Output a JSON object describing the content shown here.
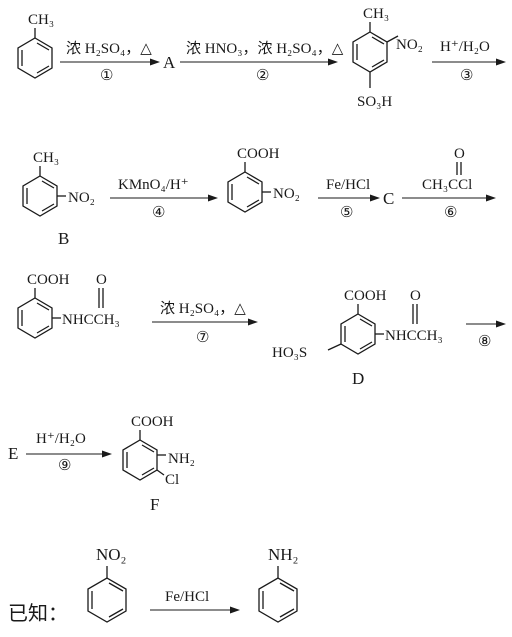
{
  "scheme": {
    "steps": [
      {
        "id": "step1",
        "reagent": "浓 H₂SO₄，△",
        "num": "①"
      },
      {
        "id": "step2",
        "reagent": "浓 HNO₃，浓 H₂SO₄，△",
        "num": "②"
      },
      {
        "id": "step3",
        "reagent": "H⁺/H₂O",
        "num": "③"
      },
      {
        "id": "step4",
        "reagent": "KMnO₄/H⁺",
        "num": "④"
      },
      {
        "id": "step5",
        "reagent": "Fe/HCl",
        "num": "⑤"
      },
      {
        "id": "step6",
        "reagent": "CH₃CCl",
        "num": "⑥"
      },
      {
        "id": "step7",
        "reagent": "浓 H₂SO₄，△",
        "num": "⑦"
      },
      {
        "id": "step8",
        "reagent": "",
        "num": "⑧"
      },
      {
        "id": "step9",
        "reagent": "H⁺/H₂O",
        "num": "⑨"
      }
    ],
    "compound_labels": {
      "A": "A",
      "B": "B",
      "C": "C",
      "D": "D",
      "E": "E",
      "F": "F"
    },
    "groups": {
      "ch3": "CH₃",
      "no2": "NO₂",
      "so3h": "SO₃H",
      "ho3s": "HO₃S",
      "cooh": "COOH",
      "nhcch3": "NHCCH₃",
      "o": "O",
      "nh2": "NH₂",
      "cl": "Cl"
    },
    "known": {
      "label": "已知：",
      "reagent": "Fe/HCl",
      "reactant_group": "NO₂",
      "product_group": "NH₂"
    }
  }
}
